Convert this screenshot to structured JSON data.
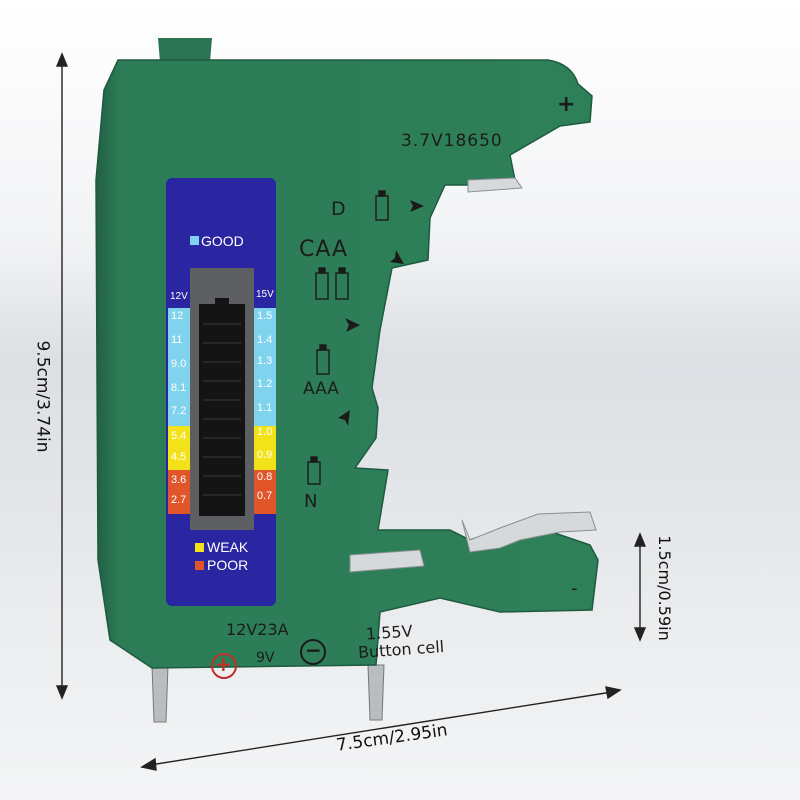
{
  "dimensions": {
    "height_label": "9.5cm/3.74in",
    "width_label": "7.5cm/2.95in",
    "slot_label": "1.5cm/0.59in"
  },
  "device": {
    "body_color": "#2c7d57",
    "panel_color": "#2a25a0",
    "battery_types": {
      "top": "3.7V18650",
      "d": "D",
      "c": "CAA",
      "aaa": "AAA",
      "n": "N",
      "twelve_v": "12V23A",
      "nine_v": "9V",
      "button_voltage": "1.55V",
      "button": "Button cell"
    },
    "polarity": {
      "plus": "+",
      "minus": "−",
      "contact_plus": "+",
      "contact_minus": "-"
    },
    "indicator": {
      "good_label": "GOOD",
      "weak_label": "WEAK",
      "poor_label": "POOR",
      "good_color": "#7fd3ec",
      "weak_color": "#f2e21a",
      "poor_color": "#e0552a",
      "left_header": "12V",
      "right_header": "15V",
      "left_scale": [
        "12",
        "11",
        "9.0",
        "8.1",
        "7.2",
        "5.4",
        "4.5",
        "3.6",
        "2.7"
      ],
      "right_scale": [
        "1.5",
        "1.4",
        "1.3",
        "1.2",
        "1.1",
        "1.0",
        "0.9",
        "0.8",
        "0.7"
      ]
    }
  }
}
